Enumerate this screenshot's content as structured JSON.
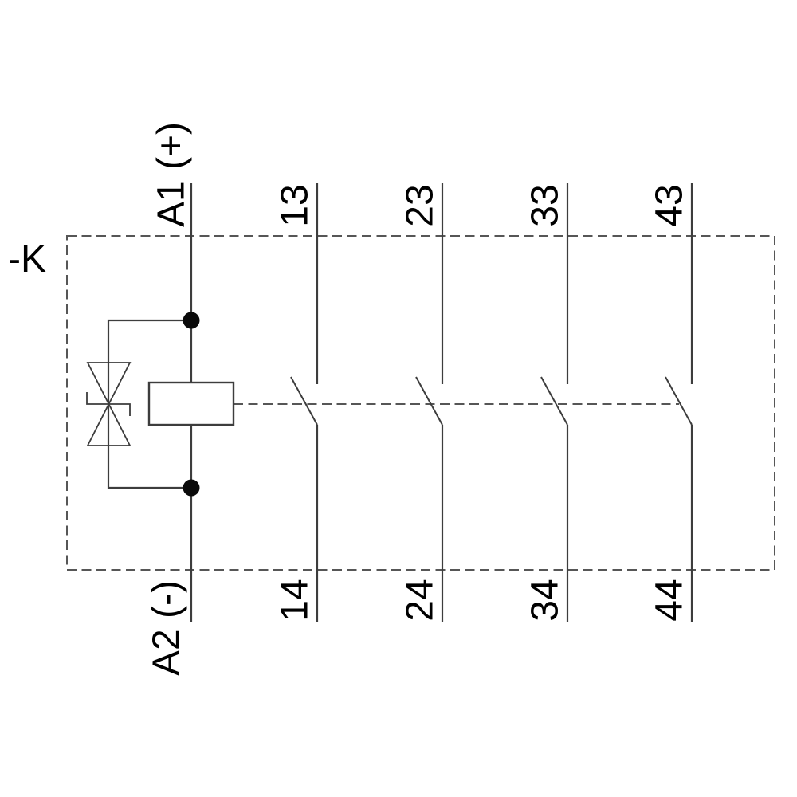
{
  "diagram": {
    "device_label": "-K",
    "coil": {
      "top_terminal": "A1 (+)",
      "bottom_terminal": "A2 (-)",
      "suppressor_symbol": "bidirectional-suppressor-diode"
    },
    "poles": [
      {
        "top_terminal": "13",
        "bottom_terminal": "14",
        "type": "NO"
      },
      {
        "top_terminal": "23",
        "bottom_terminal": "24",
        "type": "NO"
      },
      {
        "top_terminal": "33",
        "bottom_terminal": "34",
        "type": "NO"
      },
      {
        "top_terminal": "43",
        "bottom_terminal": "44",
        "type": "NO"
      }
    ],
    "colors": {
      "line": "#3d3d3d",
      "dashed_line": "#565656",
      "text": "#000000",
      "node_fill": "#0a0a0a",
      "background": "#ffffff"
    }
  }
}
